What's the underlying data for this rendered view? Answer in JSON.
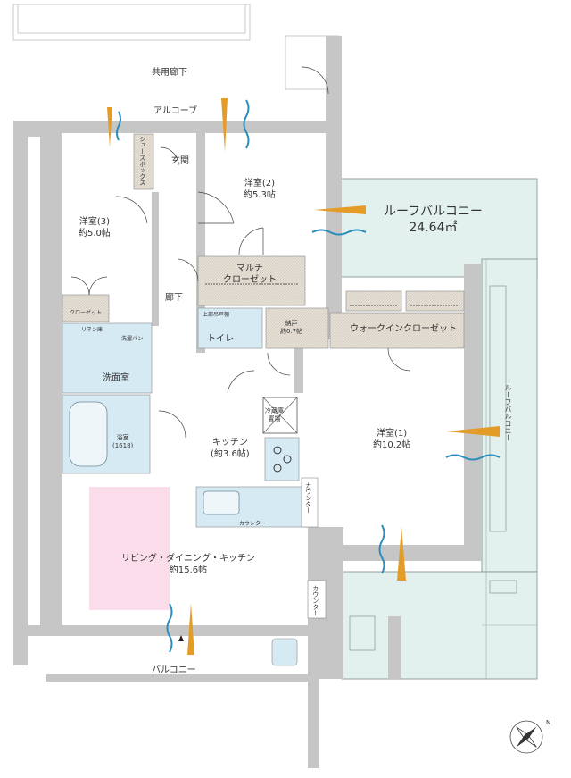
{
  "corridor": {
    "common": "共用廊下",
    "alcove": "アルコーブ"
  },
  "rooms": {
    "shoebox": "シューズボックス",
    "entrance": "玄関",
    "western2": {
      "name": "洋室(2)",
      "size": "約5.3帖"
    },
    "western3": {
      "name": "洋室(3)",
      "size": "約5.0帖"
    },
    "western1": {
      "name": "洋室(1)",
      "size": "約10.2帖"
    },
    "roof_balcony": {
      "name": "ルーフバルコニー",
      "area": "24.64㎡"
    },
    "roof_balcony_side": "ルーフバルコニー",
    "multi_closet": {
      "line1": "マルチ",
      "line2": "クローゼット"
    },
    "hallway": "廊下",
    "upper_cabinet": "上部吊戸棚",
    "toilet": "トイレ",
    "storage": {
      "name": "納戸",
      "size": "約0.7帖"
    },
    "walk_in_closet": "ウォークインクローゼット",
    "closet3": "クローゼット",
    "linen": "リネン庫",
    "laundry_pan": "洗濯パン",
    "washroom": "洗面室",
    "bathroom": {
      "name": "浴室",
      "size": "(1618)"
    },
    "fridge": {
      "line1": "冷蔵庫",
      "line2": "置場"
    },
    "kitchen": {
      "name": "キッチン",
      "size": "(約3.6帖)"
    },
    "counter_kitchen": "カウンター",
    "counter_vertical": "カウンター",
    "counter_vertical2": "カウンター",
    "ldk": {
      "name": "リビング・ダイニング・キッチン",
      "size": "約15.6帖"
    },
    "balcony": "バルコニー"
  },
  "compass": {
    "label": "N"
  },
  "colors": {
    "wall": "#c6c6c6",
    "wet_area": "#d6eaf4",
    "roof_balcony": "#e2f1ee",
    "closet": "#e6e0d6",
    "ldk_highlight": "#fbdcea",
    "wind_orange": "#e49c28",
    "wind_blue": "#2b8dbb"
  },
  "icons": {
    "wind": "airflow-icon",
    "compass": "compass-icon",
    "door": "door-swing-icon"
  }
}
